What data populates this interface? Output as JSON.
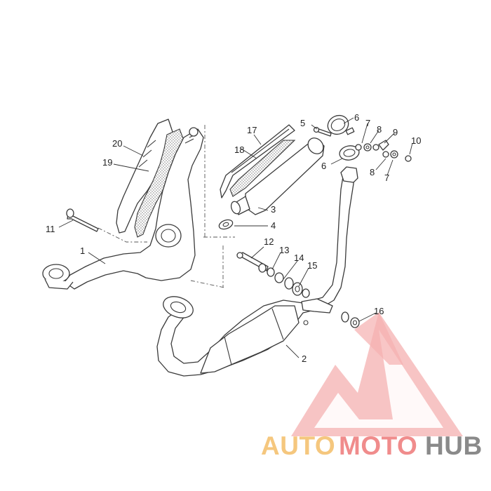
{
  "diagram": {
    "callouts": [
      "1",
      "2",
      "3",
      "4",
      "5",
      "6",
      "6",
      "7",
      "7",
      "8",
      "8",
      "9",
      "10",
      "11",
      "12",
      "13",
      "14",
      "15",
      "16",
      "17",
      "18",
      "19",
      "20"
    ]
  },
  "watermark": {
    "word_auto": "AUTO",
    "word_moto": "MOTO",
    "word_hub": "HUB",
    "colors": {
      "triangle": "#f0a0a0",
      "auto": "#f5c77e",
      "moto": "#f08c8c",
      "hub": "#8a8a8a"
    }
  }
}
